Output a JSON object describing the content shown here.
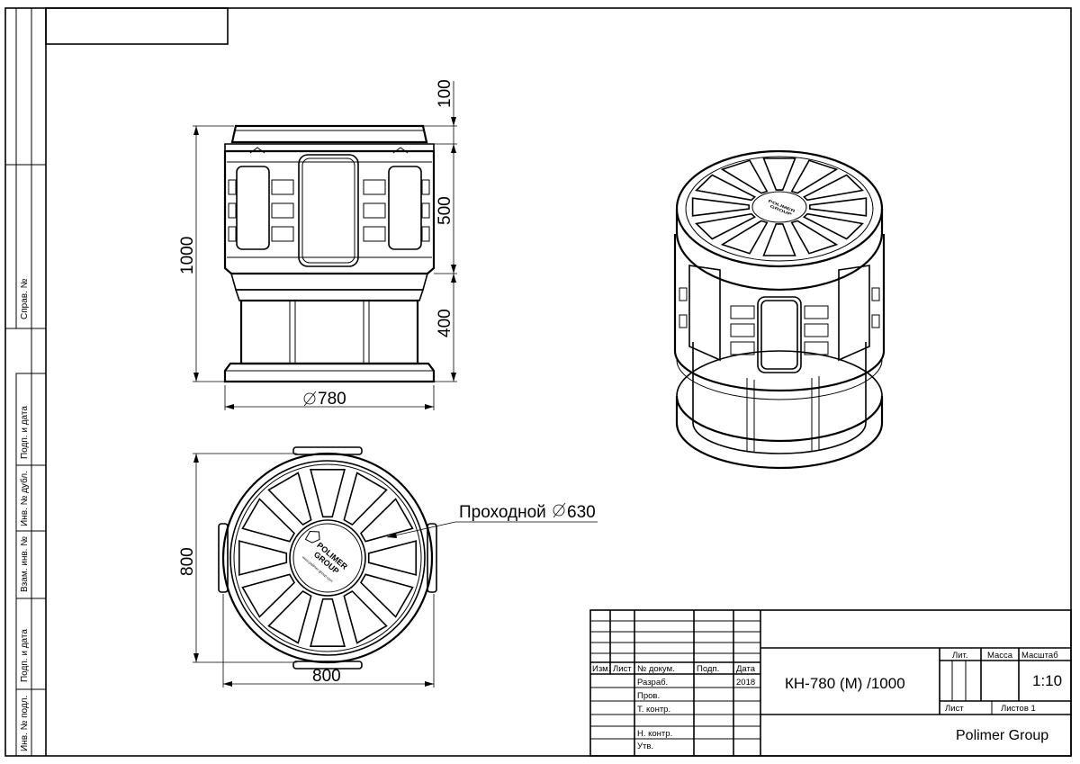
{
  "side_labels": {
    "sprav": "Справ. №",
    "podp1": "Подп. и дата",
    "inv_dubl": "Инв. № дубл.",
    "vzam": "Взам. инв. №",
    "podp2": "Подп. и дата",
    "inv_podl": "Инв. № подл."
  },
  "dimensions": {
    "total_height": "1000",
    "top_section": "100",
    "middle_section": "500",
    "lower_section": "400",
    "diameter_side": "780",
    "top_view_height": "800",
    "top_view_width": "800"
  },
  "callout": {
    "label": "Проходной",
    "value": "630"
  },
  "logo": {
    "line1": "POLIMER",
    "line2": "GROUP",
    "url": "www.polimer-group.com"
  },
  "title_block": {
    "header": [
      "Изм.",
      "Лист",
      "№ докум.",
      "Подп.",
      "Дата"
    ],
    "rows": [
      {
        "role": "Разраб.",
        "date": "2018"
      },
      {
        "role": "Пров.",
        "date": ""
      },
      {
        "role": "Т. контр.",
        "date": ""
      },
      {
        "role": "",
        "date": ""
      },
      {
        "role": "Н. контр.",
        "date": ""
      },
      {
        "role": "Утв.",
        "date": ""
      }
    ],
    "designation": "КН-780 (М) /1000",
    "lit_label": "Лит.",
    "mass_label": "Масса",
    "scale_label": "Масштаб",
    "scale_value": "1:10",
    "sheet_label": "Лист",
    "sheets_label": "Листов 1",
    "company": "Polimer Group"
  }
}
